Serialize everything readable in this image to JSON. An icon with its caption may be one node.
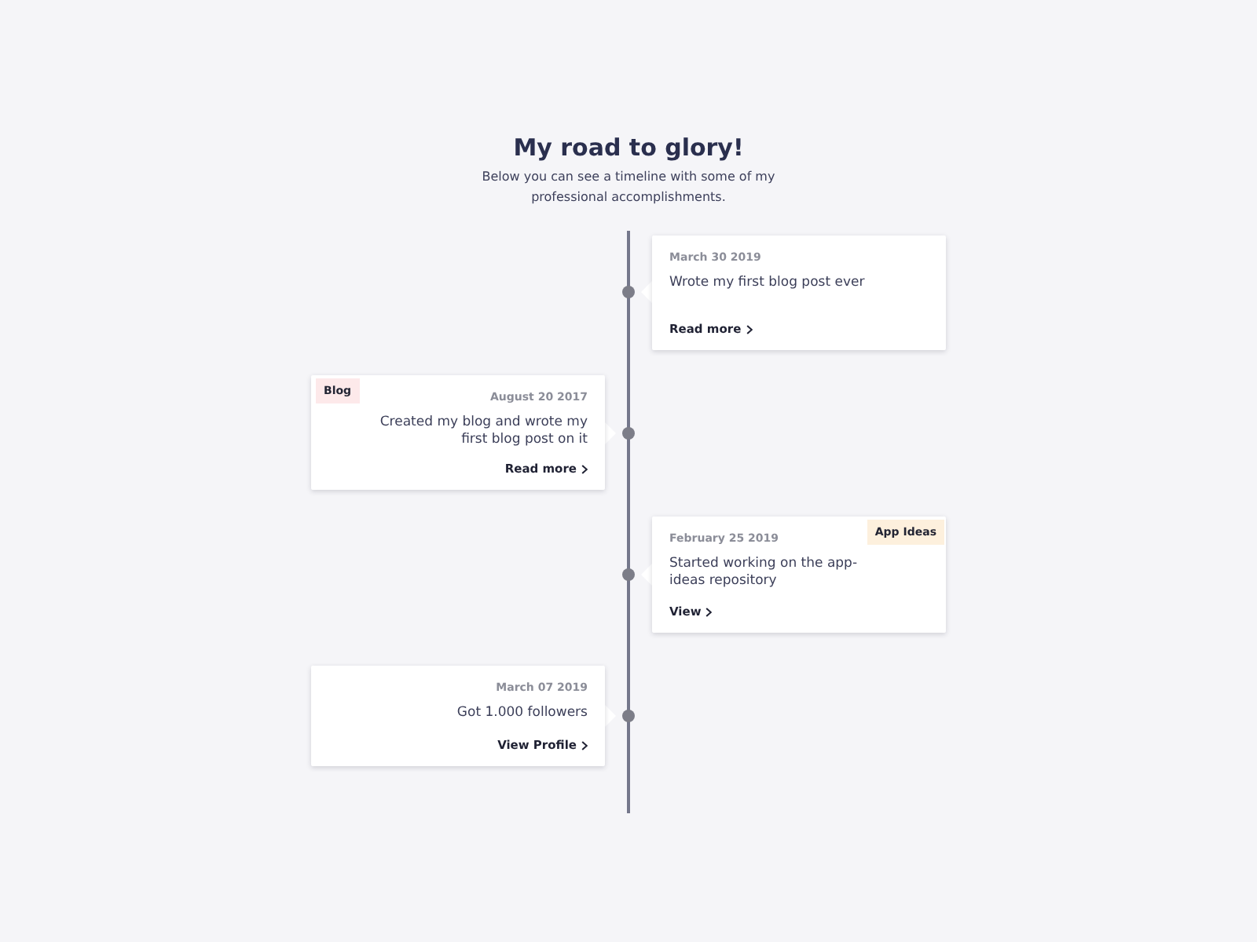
{
  "diagram": {
    "title": "My road to glory!",
    "nodes": [
      {
        "text": [
          "March 30 2019",
          "Wrote my first blog post ever",
          "Read more"
        ]
      },
      {
        "text": [
          "August 20 2017",
          "Created my blog and wrote my first blog post on it",
          "Read more"
        ]
      },
      {
        "text": [
          "Blog"
        ],
        "in": 1
      },
      {
        "text": [
          "February 25 2019",
          "Started working on the app-ideas repository",
          "View"
        ]
      },
      {
        "text": [
          "App Ideas"
        ],
        "in": 3
      },
      {
        "text": [
          "March 07 2019",
          "Got 1.000 followers",
          "View Profile"
        ]
      }
    ],
    "labels": [
      "Below you can see a timeline with some of my professional accomplishments."
    ]
  }
}
